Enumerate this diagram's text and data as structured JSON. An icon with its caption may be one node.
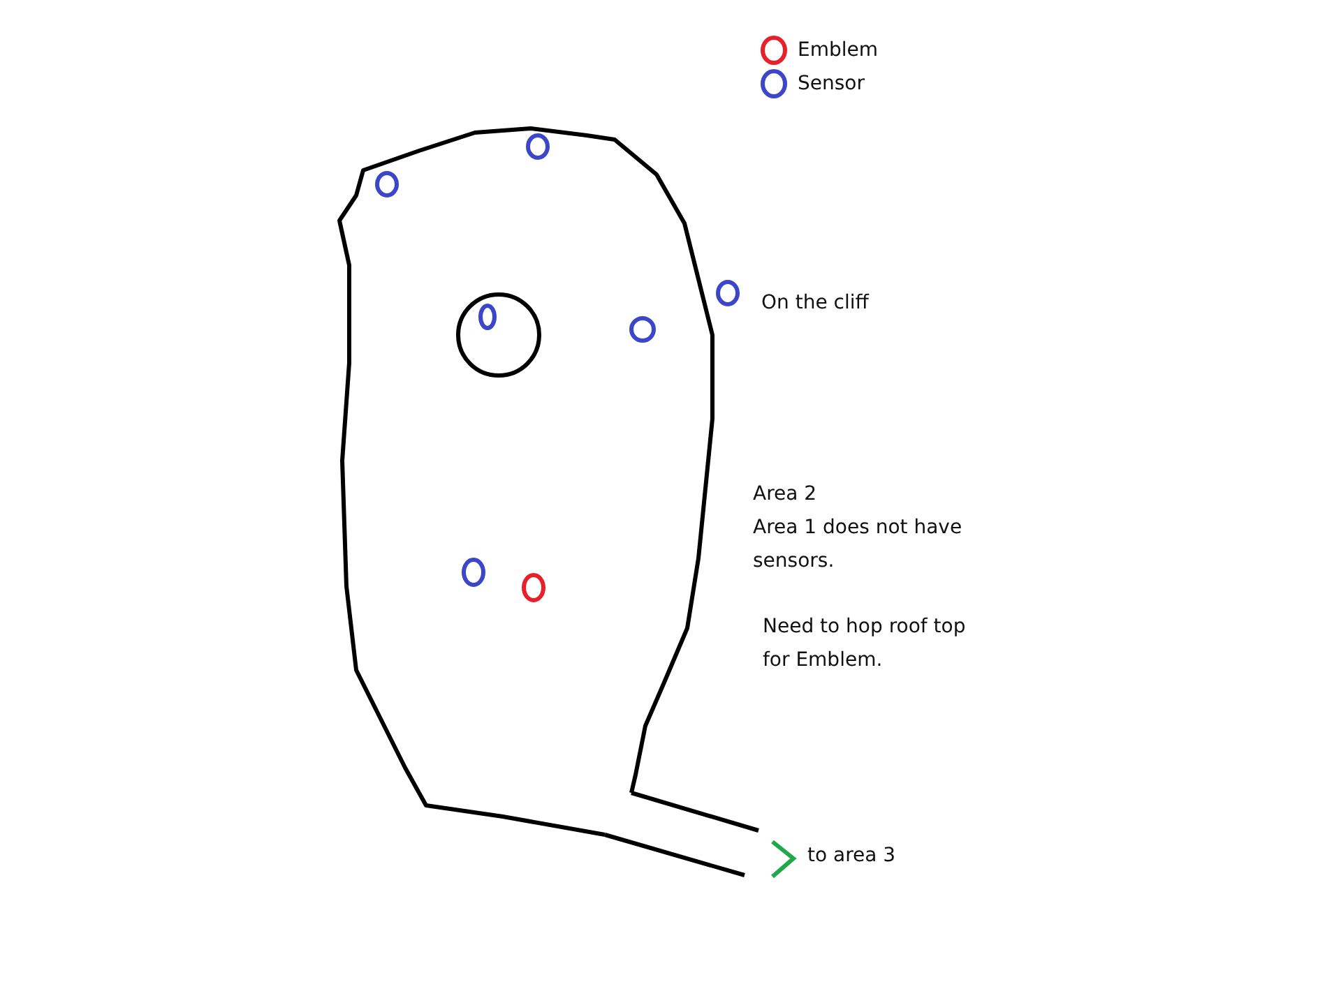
{
  "diagram": {
    "labels": [
      "On the cliff",
      "Area 2",
      "Area 1 does not have sensors.",
      "Need to hop roof top for Emblem.",
      "to area 3"
    ],
    "legend": [
      {
        "text": "Emblem",
        "color": "#e8202a"
      },
      {
        "text": "Sensor",
        "color": "#3c46c8"
      }
    ]
  }
}
